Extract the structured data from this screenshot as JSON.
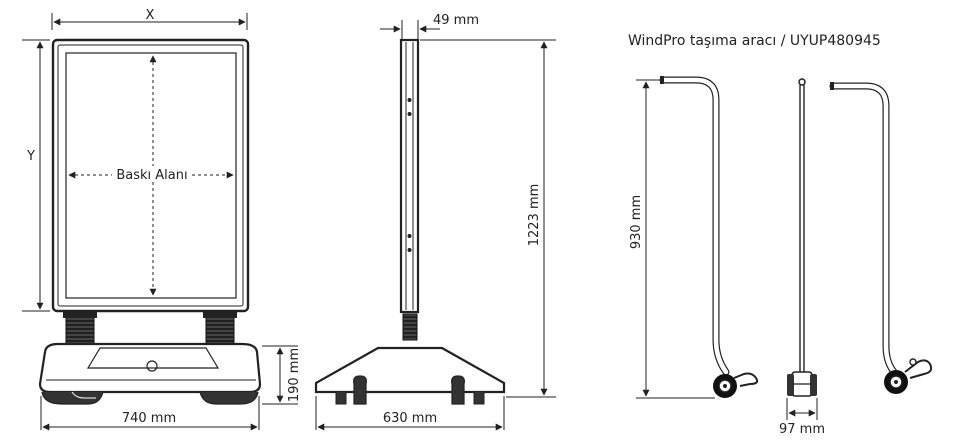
{
  "title": "WindPro taşıma aracı / UYUP480945",
  "front": {
    "width_label": "X",
    "height_label": "Y",
    "print_area_label": "Baskı Alanı",
    "base_width_label": "740 mm",
    "base_height_label": "190 mm"
  },
  "side": {
    "thickness_label": "49 mm",
    "total_height_label": "1223 mm",
    "base_depth_label": "630 mm"
  },
  "trolley": {
    "height_label": "930 mm",
    "width_label": "97 mm"
  }
}
